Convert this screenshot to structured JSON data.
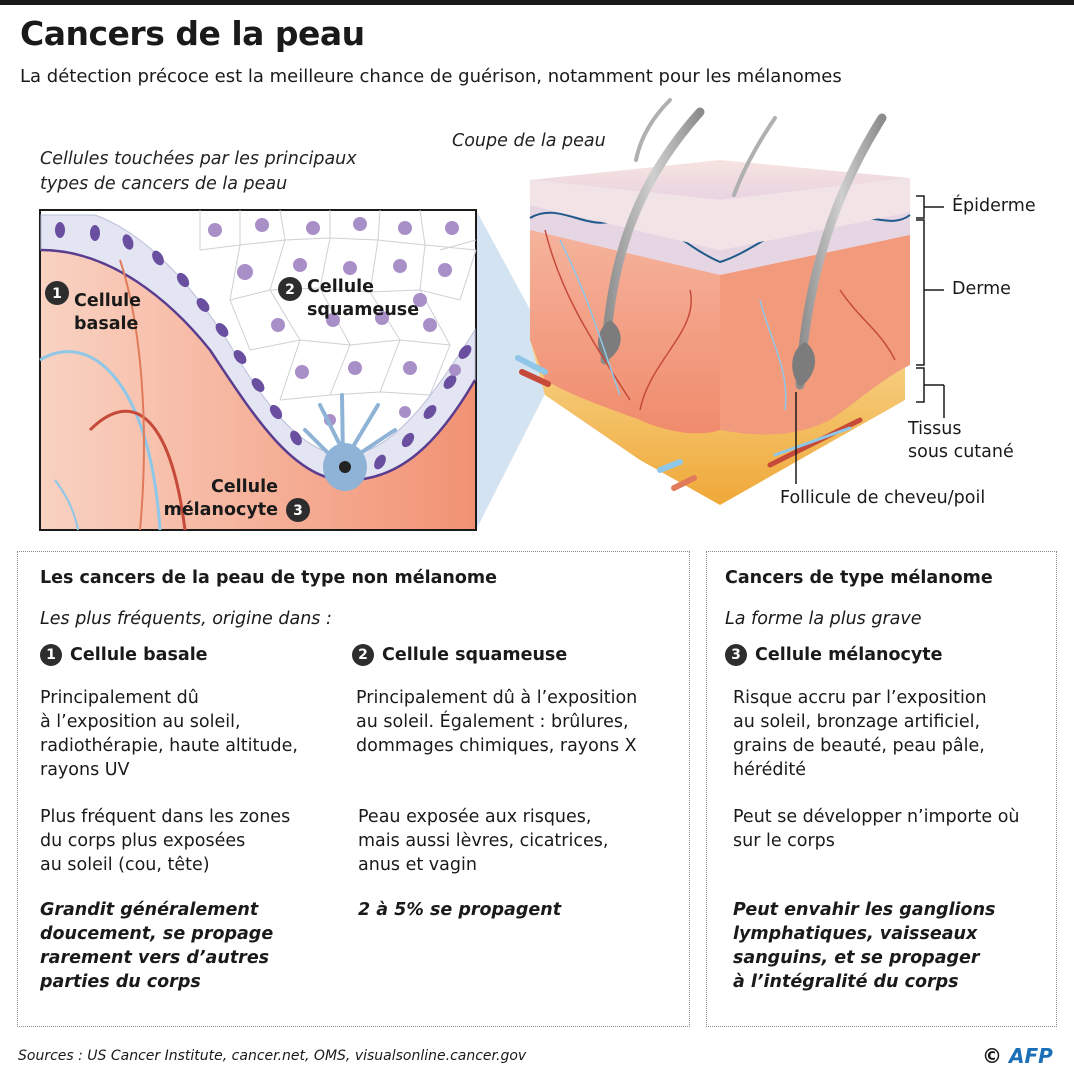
{
  "header": {
    "title": "Cancers de la peau",
    "subtitle": "La détection précoce est la meilleure chance de guérison, notamment pour les mélanomes"
  },
  "figure": {
    "cells_caption_line1": "Cellules touchées par les principaux",
    "cells_caption_line2": "types de cancers de la peau",
    "skin_caption": "Coupe de la peau",
    "cell_labels": {
      "basal_num": "1",
      "basal_line1": "Cellule",
      "basal_line2": "basale",
      "squamous_num": "2",
      "squamous_line1": "Cellule",
      "squamous_line2": "squameuse",
      "melanocyte_num": "3",
      "melanocyte_line1": "Cellule",
      "melanocyte_line2": "mélanocyte"
    },
    "layer_labels": {
      "epidermis": "Épiderme",
      "dermis": "Derme",
      "subcutaneous_line1": "Tissus",
      "subcutaneous_line2": "sous cutané",
      "follicle": "Follicule de cheveu/poil"
    }
  },
  "non_melanoma": {
    "title": "Les cancers de la peau de type non mélanome",
    "subtitle": "Les plus fréquents, origine dans :",
    "basal": {
      "num": "1",
      "name": "Cellule basale",
      "p1": [
        "Principalement dû",
        "à l’exposition au soleil,",
        "radiothérapie, haute altitude,",
        "rayons UV"
      ],
      "p2": [
        "Plus fréquent dans les zones",
        "du corps plus exposées",
        "au soleil (cou, tête)"
      ],
      "p3": [
        "Grandit généralement",
        "doucement, se propage",
        "rarement vers d’autres",
        "parties du corps"
      ]
    },
    "squamous": {
      "num": "2",
      "name": "Cellule squameuse",
      "p1": [
        "Principalement dû à l’exposition",
        "au soleil. Également : brûlures,",
        "dommages chimiques, rayons X"
      ],
      "p2": [
        "Peau exposée aux risques,",
        "mais aussi lèvres, cicatrices,",
        "anus et vagin"
      ],
      "p3": [
        "2 à 5% se propagent"
      ]
    }
  },
  "melanoma": {
    "title": "Cancers de type mélanome",
    "subtitle": "La forme la plus grave",
    "num": "3",
    "name": "Cellule mélanocyte",
    "p1": [
      "Risque accru par l’exposition",
      "au soleil, bronzage artificiel,",
      "grains de beauté, peau pâle,",
      "hérédité"
    ],
    "p2": [
      "Peut se développer n’importe où",
      "sur le corps"
    ],
    "p3": [
      "Peut envahir les ganglions",
      "lymphatiques, vaisseaux",
      "sanguins, et se propager",
      "à l’intégralité du corps"
    ]
  },
  "footer": {
    "sources": "Sources : US Cancer Institute, cancer.net, OMS, visualsonline.cancer.gov",
    "copyright": "©",
    "brand": "AFP"
  },
  "colors": {
    "dermis": "#f4a186",
    "epidermis": "#e9dbe6",
    "fat": "#f5c26a",
    "cell": "#a98fc8",
    "nucleus": "#6a4fa0",
    "membrane": "#5b3d8f",
    "afp_blue": "#1a6fb8"
  }
}
